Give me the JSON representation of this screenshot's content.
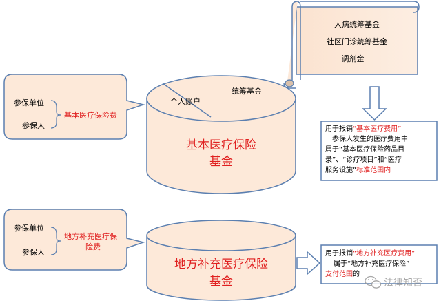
{
  "top": {
    "contributors": [
      "参保单位",
      "参保人"
    ],
    "fee_label": "基本医疗保险费",
    "fund_title_line1": "基本医疗保险",
    "fund_title_line2": "基金",
    "personal_account": "个人账户",
    "pooled_fund": "统筹基金",
    "scroll_items": [
      "大病统筹基金",
      "社区门诊统筹基金",
      "调剂金"
    ],
    "note": {
      "line1_prefix": "用于报销",
      "line1_red": "“基本医疗费用”",
      "line2": "参保人发生的医疗费用中",
      "line3": "属于“基本医疗保险药品目",
      "line4": "录”、“诊疗项目”和“医疗",
      "line5_black": "服务设施”",
      "line5_red": "标准范围内"
    }
  },
  "bottom": {
    "contributors": [
      "参保单位",
      "参保人"
    ],
    "fee_line1": "地方补充医疗保",
    "fee_line2": "险费",
    "fund_title_line1": "地方补充医疗保险",
    "fund_title_line2": "基金",
    "note": {
      "line1_prefix": "用于报销",
      "line1_red": "“地方补充医疗费用”",
      "line2": "属于“地方补充医疗保险”",
      "line3_red": "支付范围",
      "line3_black": "的"
    }
  },
  "watermark": "法律知否",
  "colors": {
    "fill": "#fde9d9",
    "stroke": "#5b7fb0",
    "red": "#e02020",
    "arrow_fill": "#ffffff"
  }
}
